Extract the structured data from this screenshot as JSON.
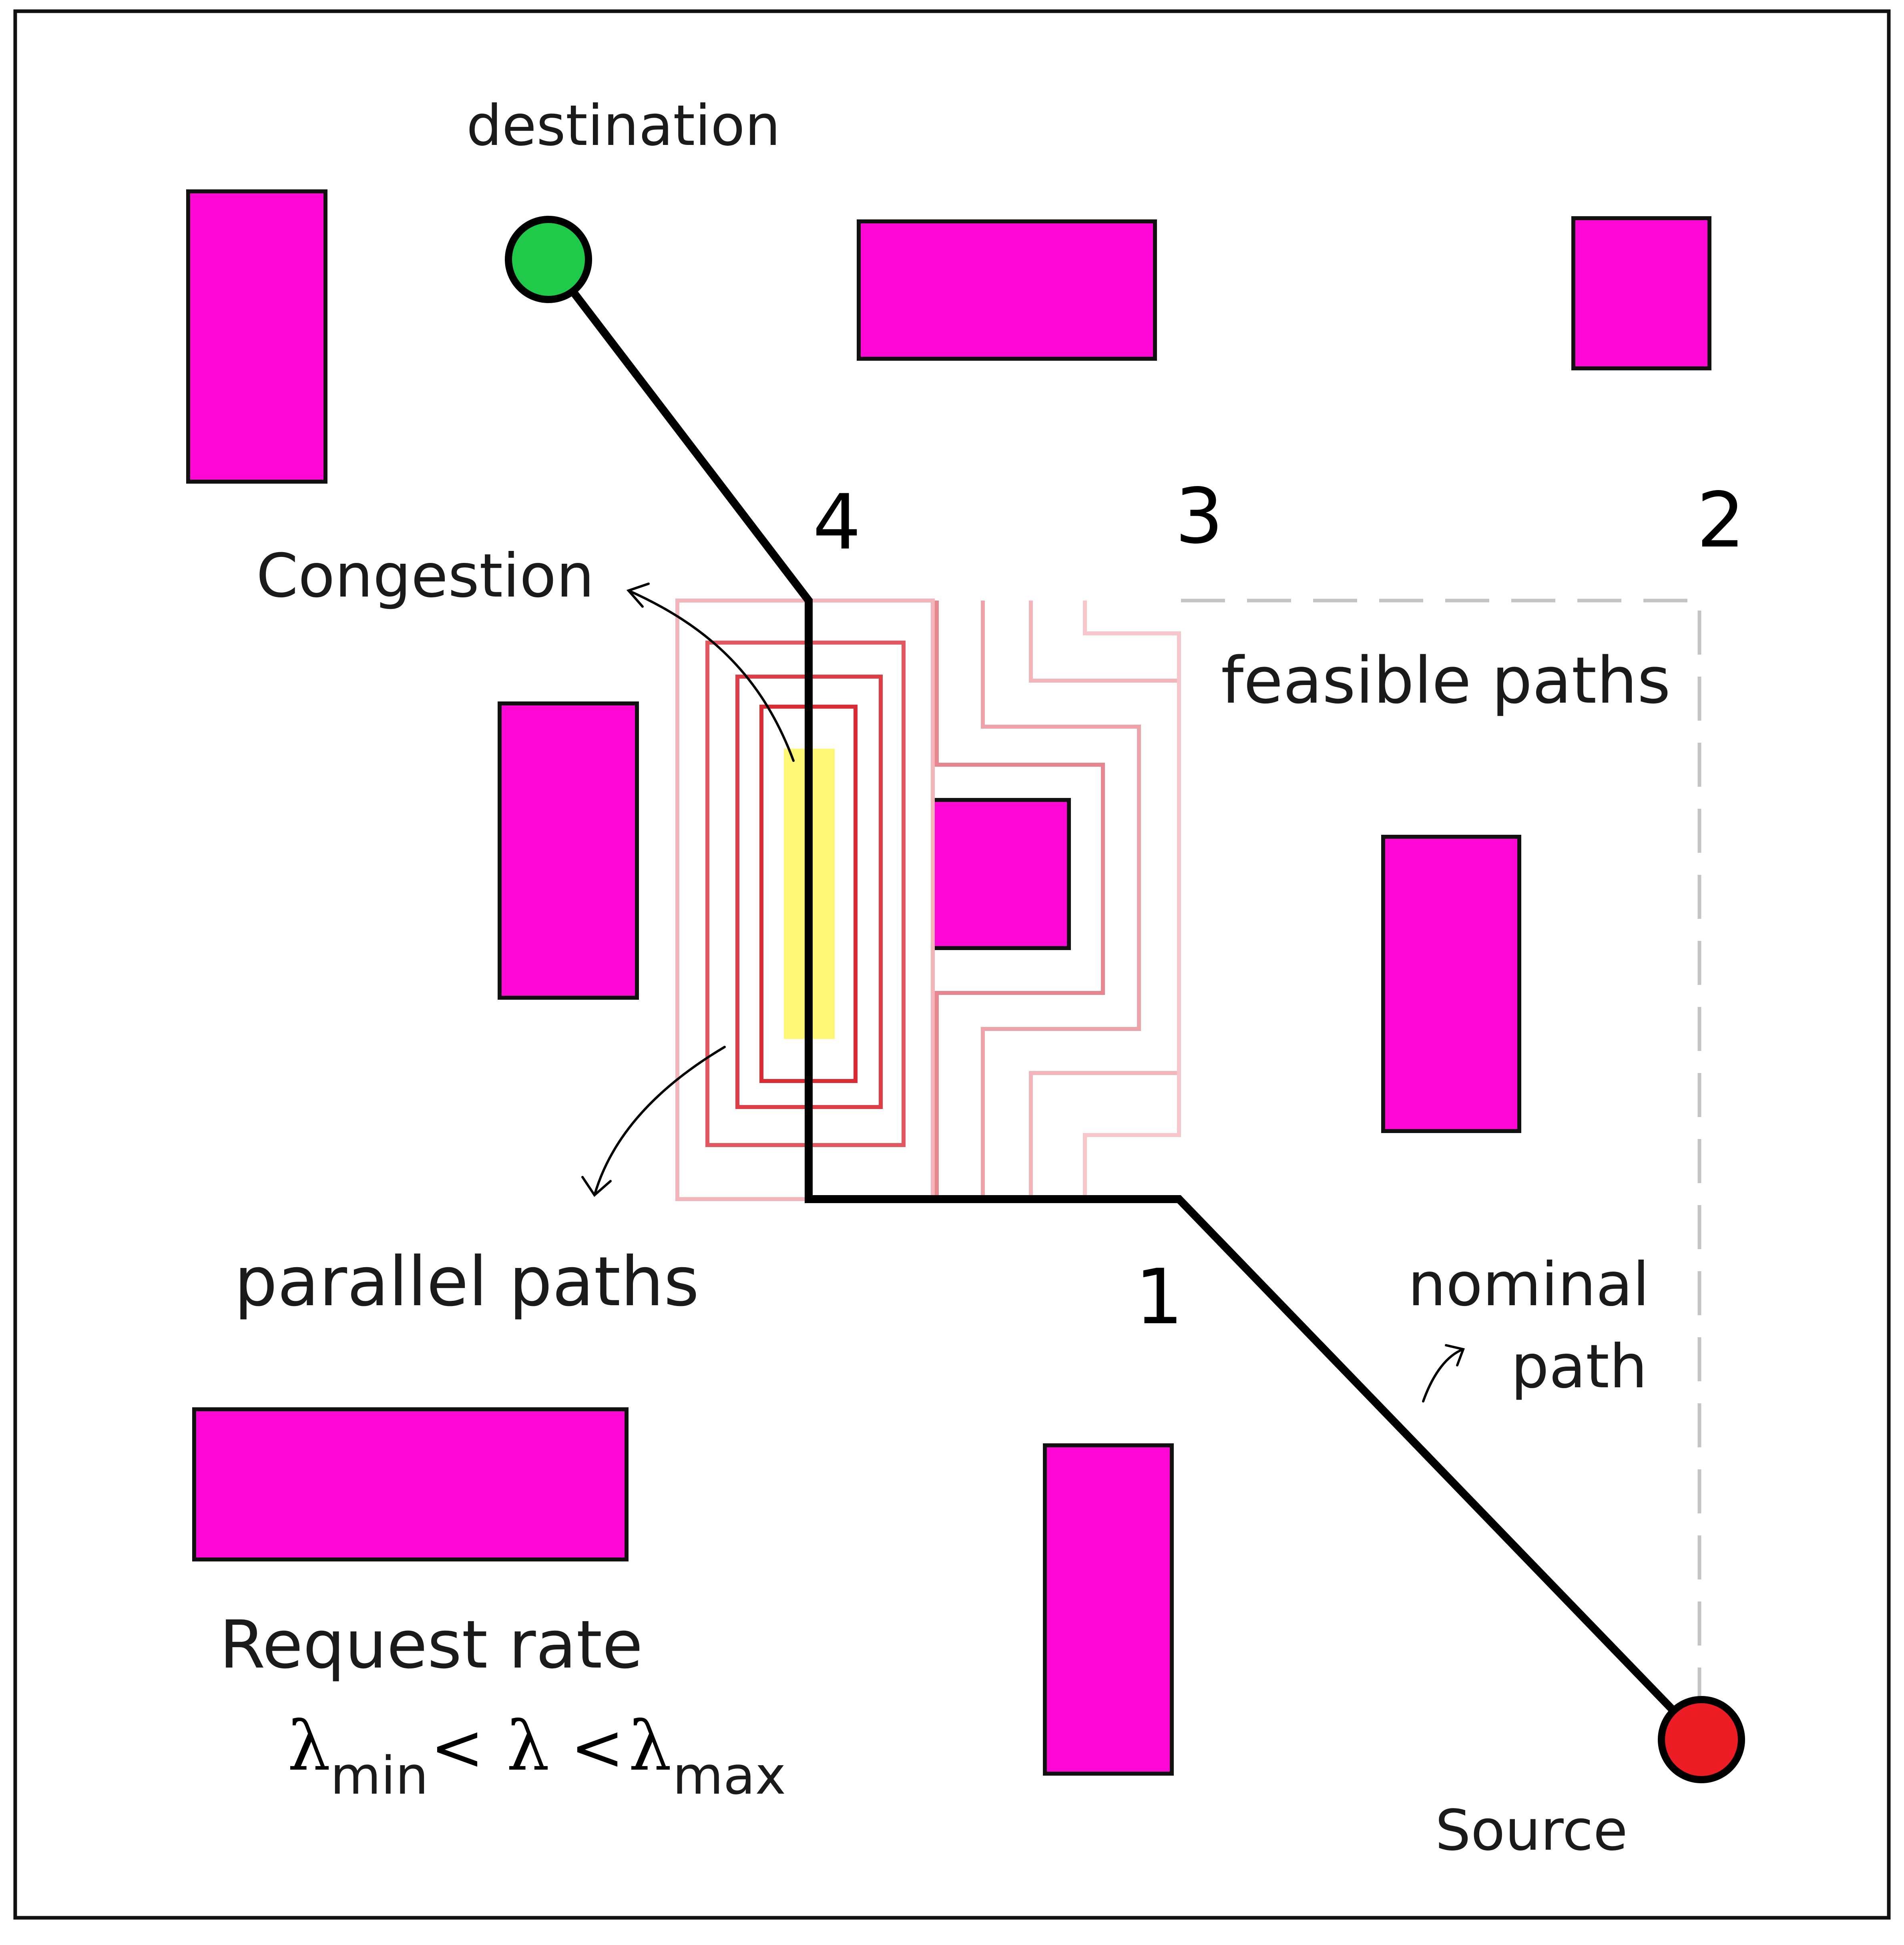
{
  "labels": {
    "destination": "destination",
    "congestion": "Congestion",
    "feasible_paths": "feasible paths",
    "parallel_paths": "parallel paths",
    "nominal_line1": "nominal",
    "nominal_line2": "path",
    "request_rate": "Request rate",
    "source": "Source"
  },
  "numbers": {
    "n1": "1",
    "n2": "2",
    "n3": "3",
    "n4": "4"
  },
  "formula": {
    "lambda": "λ",
    "sub_min": "min",
    "sub_max": "max",
    "less_than": "<"
  },
  "colors": {
    "obstacle": "#ff08d6",
    "destination_node": "#1fc94a",
    "source_node": "#ee1c24",
    "congestion_highlight": "#fff56e",
    "path_line": "#000000",
    "feasible_region_border": "#c0c0c0"
  }
}
